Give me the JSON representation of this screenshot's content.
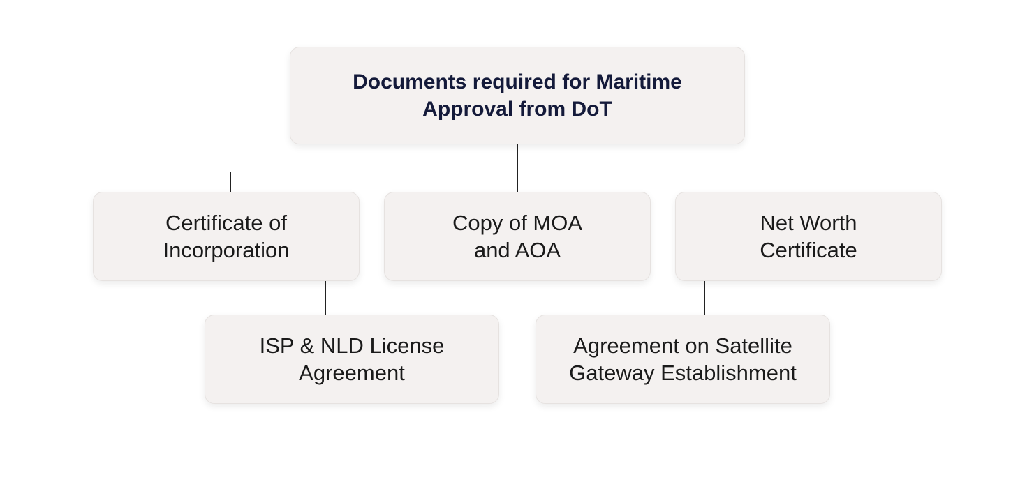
{
  "root": {
    "label": "Documents required for Maritime Approval from DoT"
  },
  "nodes": [
    {
      "label": "Certificate of Incorporation"
    },
    {
      "label": "Copy of MOA and AOA"
    },
    {
      "label": "Net Worth Certificate"
    },
    {
      "label": "ISP & NLD License Agreement"
    },
    {
      "label": "Agreement on Satellite Gateway Establishment"
    }
  ]
}
